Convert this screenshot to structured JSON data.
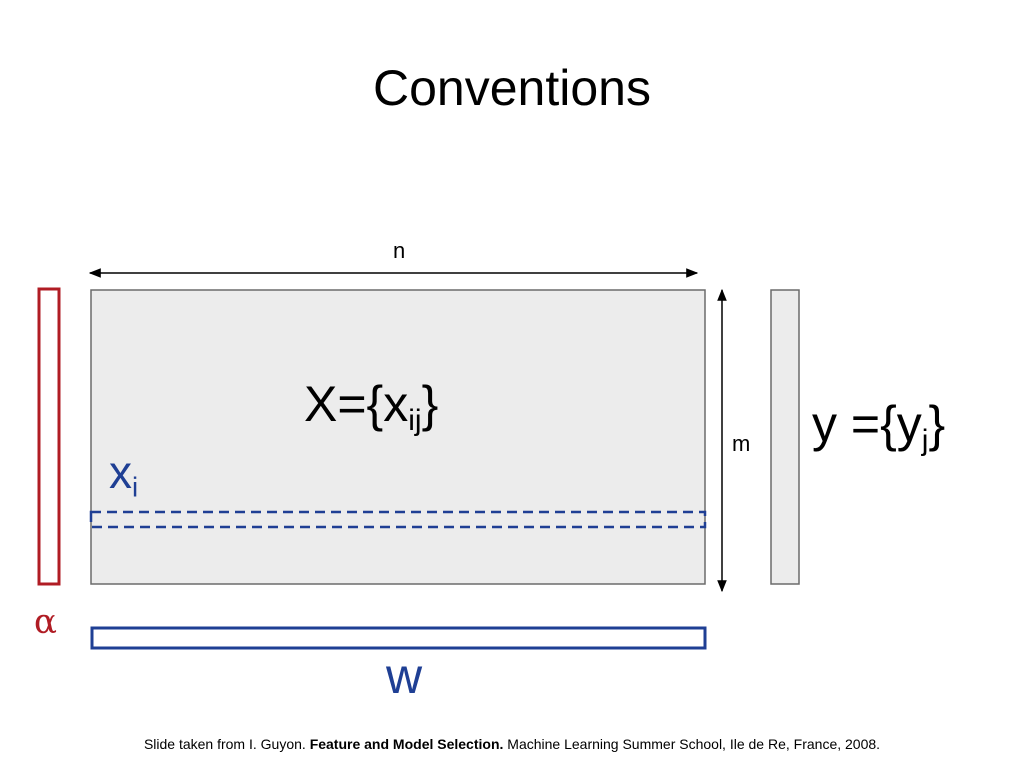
{
  "slide": {
    "title": "Conventions"
  },
  "diagram": {
    "n_label": "n",
    "m_label": "m",
    "X": {
      "main": "X={x",
      "sub": "ij",
      "close": "}"
    },
    "y": {
      "main": "y ={y",
      "sub": "j",
      "close": "}"
    },
    "xi": {
      "main": "x",
      "sub": "i"
    },
    "alpha": "α",
    "w": "w",
    "colors": {
      "matrix_fill": "#ececec",
      "matrix_stroke": "#6b6b6b",
      "blue": "#1f3f94",
      "red": "#b01c24"
    }
  },
  "footer": {
    "prefix": "Slide taken from I. Guyon. ",
    "bold": "Feature and Model Selection.",
    "suffix": " Machine Learning Summer School, Ile de Re, France, 2008."
  }
}
